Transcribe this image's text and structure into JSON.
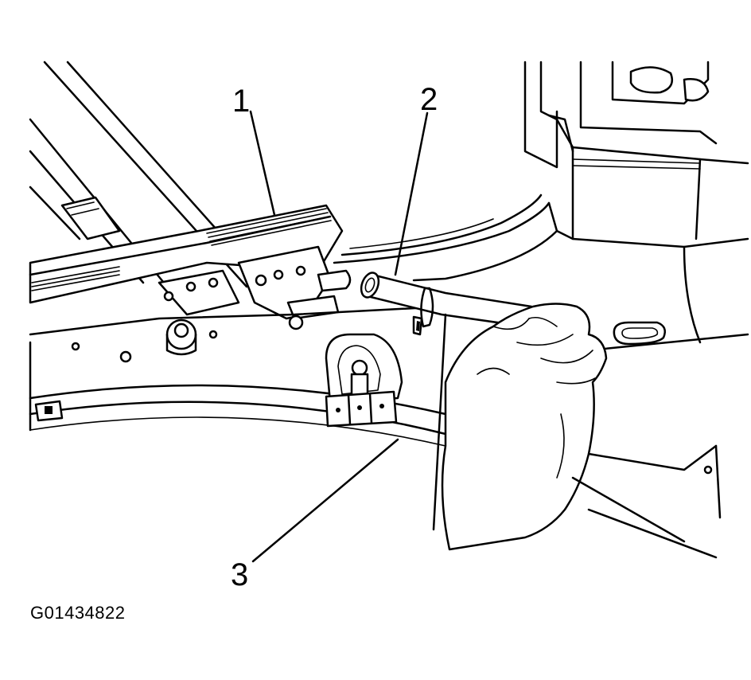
{
  "figure": {
    "id": "G01434822",
    "callouts": [
      "1",
      "2",
      "3"
    ]
  },
  "colors": {
    "line": "#000000",
    "background": "#ffffff"
  }
}
